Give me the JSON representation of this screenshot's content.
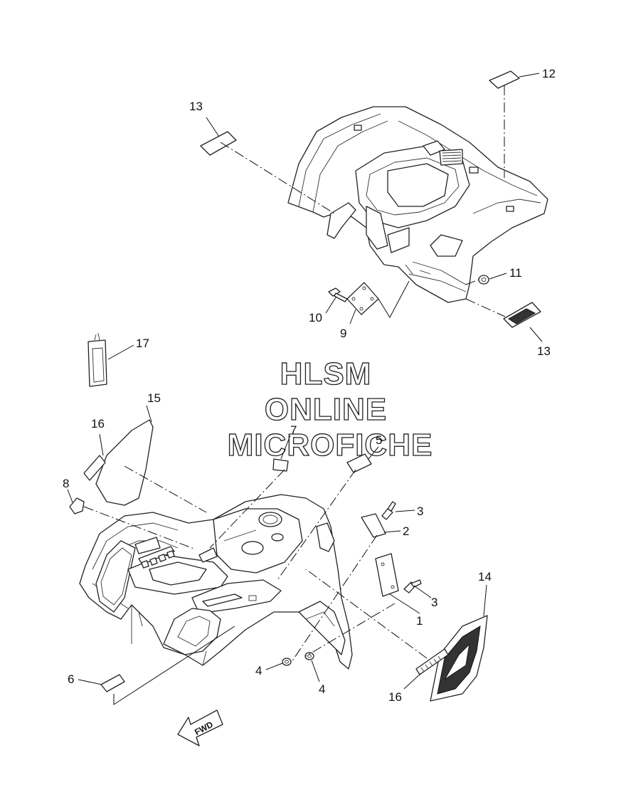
{
  "watermark": {
    "line1": "HLSM",
    "line2": "ONLINE",
    "line3": "MICROFICHE"
  },
  "direction_arrow": {
    "label": "FWD"
  },
  "callouts": [
    {
      "id": "c12",
      "number": "12"
    },
    {
      "id": "c13a",
      "number": "13"
    },
    {
      "id": "c11",
      "number": "11"
    },
    {
      "id": "c13b",
      "number": "13"
    },
    {
      "id": "c10",
      "number": "10"
    },
    {
      "id": "c9",
      "number": "9"
    },
    {
      "id": "c17",
      "number": "17"
    },
    {
      "id": "c15",
      "number": "15"
    },
    {
      "id": "c16a",
      "number": "16"
    },
    {
      "id": "c7",
      "number": "7"
    },
    {
      "id": "c5",
      "number": "5"
    },
    {
      "id": "c8",
      "number": "8"
    },
    {
      "id": "c3a",
      "number": "3"
    },
    {
      "id": "c2",
      "number": "2"
    },
    {
      "id": "c14",
      "number": "14"
    },
    {
      "id": "c3b",
      "number": "3"
    },
    {
      "id": "c1",
      "number": "1"
    },
    {
      "id": "c6",
      "number": "6"
    },
    {
      "id": "c4a",
      "number": "4"
    },
    {
      "id": "c4b",
      "number": "4"
    },
    {
      "id": "c16b",
      "number": "16"
    }
  ]
}
